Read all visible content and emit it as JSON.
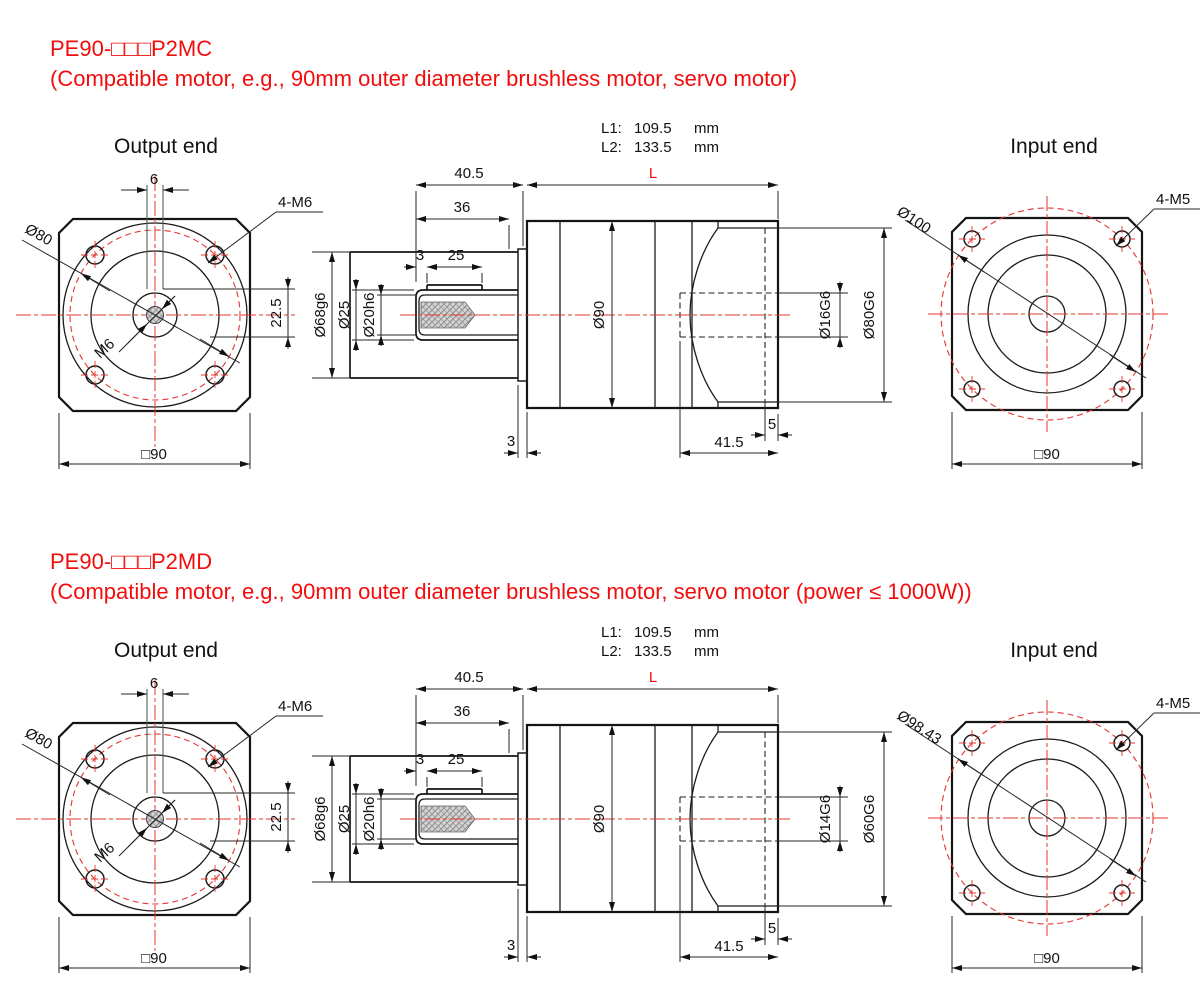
{
  "colors": {
    "title_red": "#f20d0d",
    "line_red": "#e43530",
    "page_background": "#ffffff"
  },
  "sections": [
    {
      "model": "PE90-□□□P2MC",
      "compat": "(Compatible motor, e.g., 90mm outer diameter brushless motor, servo motor)",
      "output_end_label": "Output end",
      "input_end_label": "Input end",
      "l_table": [
        {
          "label": "L1:",
          "value": "109.5",
          "unit": "mm"
        },
        {
          "label": "L2:",
          "value": "133.5",
          "unit": "mm"
        }
      ],
      "dims": {
        "keyway_width": "6",
        "output_bolts": "4-M6",
        "output_bolt_circle": "Ø80",
        "center_tap": "M6",
        "key_offset_dim": "22.5",
        "output_square": "□90",
        "boss_length": "40.5",
        "shaft_length": "36",
        "key_start": "3",
        "key_length": "25",
        "boss_dia": "Ø68g6",
        "shaft_dia": "Ø25",
        "shaft_end_dia": "Ø20h6",
        "body_dia": "Ø90",
        "total_length": "L",
        "input_bore": "Ø16G6",
        "input_pilot": "Ø80G6",
        "pilot_depth": "5",
        "cavity_depth": "41.5",
        "rim_thickness": "3",
        "input_bolt_circle": "Ø100",
        "input_bolts": "4-M5",
        "input_square": "□90"
      }
    },
    {
      "model": "PE90-□□□P2MD",
      "compat": "(Compatible motor, e.g., 90mm outer diameter brushless motor, servo motor (power ≤ 1000W))",
      "output_end_label": "Output end",
      "input_end_label": "Input end",
      "l_table": [
        {
          "label": "L1:",
          "value": "109.5",
          "unit": "mm"
        },
        {
          "label": "L2:",
          "value": "133.5",
          "unit": "mm"
        }
      ],
      "dims": {
        "keyway_width": "6",
        "output_bolts": "4-M6",
        "output_bolt_circle": "Ø80",
        "center_tap": "M6",
        "key_offset_dim": "22.5",
        "output_square": "□90",
        "boss_length": "40.5",
        "shaft_length": "36",
        "key_start": "3",
        "key_length": "25",
        "boss_dia": "Ø68g6",
        "shaft_dia": "Ø25",
        "shaft_end_dia": "Ø20h6",
        "body_dia": "Ø90",
        "total_length": "L",
        "input_bore": "Ø14G6",
        "input_pilot": "Ø60G6",
        "pilot_depth": "5",
        "cavity_depth": "41.5",
        "rim_thickness": "3",
        "input_bolt_circle": "Ø98.43",
        "input_bolts": "4-M5",
        "input_square": "□90"
      }
    }
  ]
}
